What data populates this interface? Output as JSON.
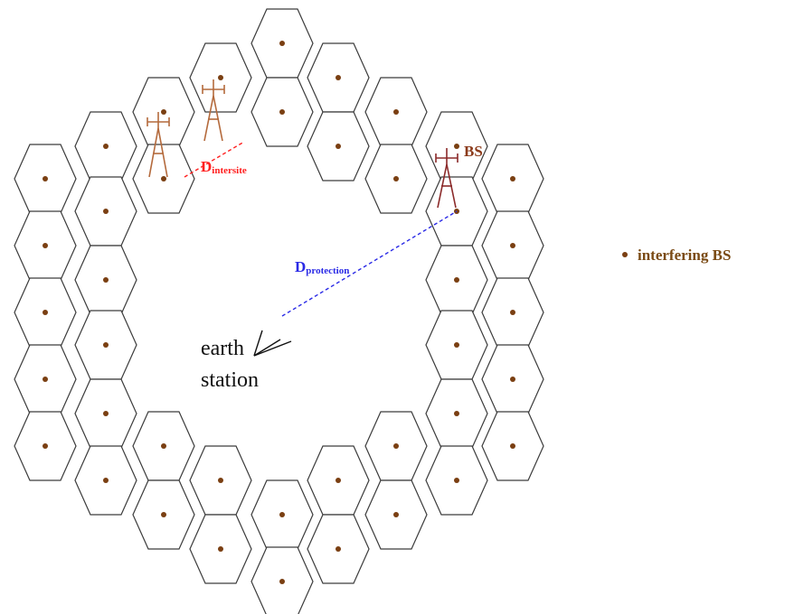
{
  "labels": {
    "d_intersite_main": "D",
    "d_intersite_sub": "intersite",
    "d_protection_main": "D",
    "d_protection_sub": "protection",
    "bs": "BS",
    "earth_station_line1": "earth",
    "earth_station_line2": "station"
  },
  "legend": {
    "interfering_bs_label": "interfering BS"
  },
  "colors": {
    "hex_stroke": "#3c3c3c",
    "bs_dot": "#7a3f12",
    "intersite": "#ff2020",
    "protection": "#2a2ae6",
    "tower_left": "#b46a3c",
    "tower_right": "#8b2a2a",
    "bs_label": "#8b3a1a",
    "legend_text": "#7a4a14"
  },
  "icons": {
    "tower": "antenna-tower-icon",
    "earth_station": "satellite-dish-icon"
  }
}
